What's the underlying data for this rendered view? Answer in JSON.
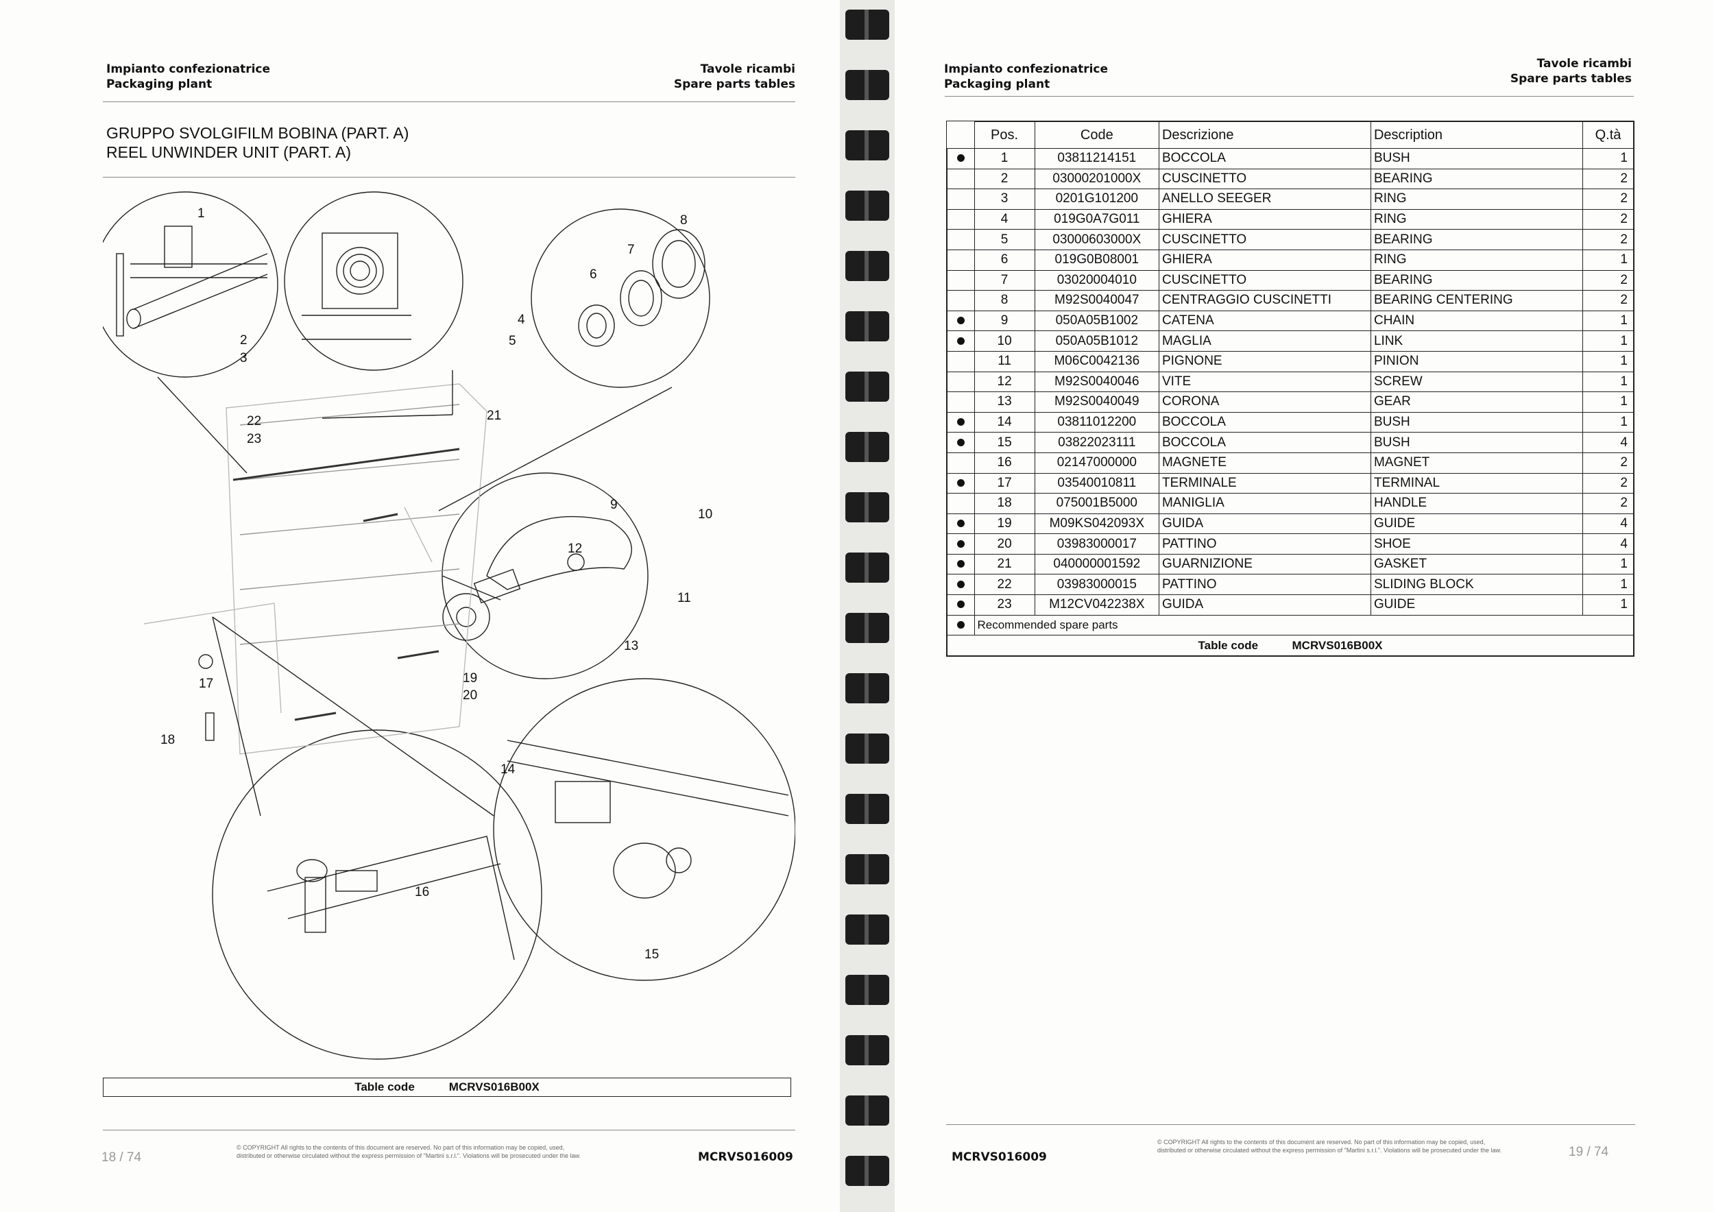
{
  "left": {
    "header_left": [
      "Impianto confezionatrice",
      "Packaging plant"
    ],
    "header_right": [
      "Tavole ricambi",
      "Spare parts tables"
    ],
    "title_it": "GRUPPO SVOLGIFILM BOBINA (PART. A)",
    "title_en": "REEL UNWINDER UNIT (PART. A)",
    "table_code_label": "Table code",
    "table_code_value": "MCRVS016B00X",
    "page_number": "18 / 74",
    "copyright": "© COPYRIGHT All rights to the contents of this document are reserved. No part of this information may be copied, used, distributed or otherwise circulated without the express permission of \"Martini s.r.l.\". Violations will be prosecuted under the law.",
    "doc_code": "MCRVS016009"
  },
  "diagram_callouts": [
    "1",
    "2",
    "3",
    "4",
    "5",
    "6",
    "7",
    "8",
    "9",
    "10",
    "11",
    "12",
    "13",
    "14",
    "15",
    "16",
    "17",
    "18",
    "19",
    "20",
    "21",
    "22",
    "23"
  ],
  "right": {
    "header_left": [
      "Impianto confezionatrice",
      "Packaging plant"
    ],
    "header_right": [
      "Tavole ricambi",
      "Spare parts tables"
    ],
    "columns": [
      "Pos.",
      "Code",
      "Descrizione",
      "Description",
      "Q.tà"
    ],
    "rows": [
      {
        "rec": true,
        "pos": "1",
        "code": "03811214151",
        "it": "BOCCOLA",
        "en": "BUSH",
        "qty": "1"
      },
      {
        "rec": false,
        "pos": "2",
        "code": "03000201000X",
        "it": "CUSCINETTO",
        "en": "BEARING",
        "qty": "2"
      },
      {
        "rec": false,
        "pos": "3",
        "code": "0201G101200",
        "it": "ANELLO SEEGER",
        "en": "RING",
        "qty": "2"
      },
      {
        "rec": false,
        "pos": "4",
        "code": "019G0A7G011",
        "it": "GHIERA",
        "en": "RING",
        "qty": "2"
      },
      {
        "rec": false,
        "pos": "5",
        "code": "03000603000X",
        "it": "CUSCINETTO",
        "en": "BEARING",
        "qty": "2"
      },
      {
        "rec": false,
        "pos": "6",
        "code": "019G0B08001",
        "it": "GHIERA",
        "en": "RING",
        "qty": "1"
      },
      {
        "rec": false,
        "pos": "7",
        "code": "03020004010",
        "it": "CUSCINETTO",
        "en": "BEARING",
        "qty": "2"
      },
      {
        "rec": false,
        "pos": "8",
        "code": "M92S0040047",
        "it": "CENTRAGGIO CUSCINETTI",
        "en": "BEARING CENTERING",
        "qty": "2"
      },
      {
        "rec": true,
        "pos": "9",
        "code": "050A05B1002",
        "it": "CATENA",
        "en": "CHAIN",
        "qty": "1"
      },
      {
        "rec": true,
        "pos": "10",
        "code": "050A05B1012",
        "it": "MAGLIA",
        "en": "LINK",
        "qty": "1"
      },
      {
        "rec": false,
        "pos": "11",
        "code": "M06C0042136",
        "it": "PIGNONE",
        "en": "PINION",
        "qty": "1"
      },
      {
        "rec": false,
        "pos": "12",
        "code": "M92S0040046",
        "it": "VITE",
        "en": "SCREW",
        "qty": "1"
      },
      {
        "rec": false,
        "pos": "13",
        "code": "M92S0040049",
        "it": "CORONA",
        "en": "GEAR",
        "qty": "1"
      },
      {
        "rec": true,
        "pos": "14",
        "code": "03811012200",
        "it": "BOCCOLA",
        "en": "BUSH",
        "qty": "1"
      },
      {
        "rec": true,
        "pos": "15",
        "code": "03822023111",
        "it": "BOCCOLA",
        "en": "BUSH",
        "qty": "4"
      },
      {
        "rec": false,
        "pos": "16",
        "code": "02147000000",
        "it": "MAGNETE",
        "en": "MAGNET",
        "qty": "2"
      },
      {
        "rec": true,
        "pos": "17",
        "code": "03540010811",
        "it": "TERMINALE",
        "en": "TERMINAL",
        "qty": "2"
      },
      {
        "rec": false,
        "pos": "18",
        "code": "075001B5000",
        "it": "MANIGLIA",
        "en": "HANDLE",
        "qty": "2"
      },
      {
        "rec": true,
        "pos": "19",
        "code": "M09KS042093X",
        "it": "GUIDA",
        "en": "GUIDE",
        "qty": "4"
      },
      {
        "rec": true,
        "pos": "20",
        "code": "03983000017",
        "it": "PATTINO",
        "en": "SHOE",
        "qty": "4"
      },
      {
        "rec": true,
        "pos": "21",
        "code": "040000001592",
        "it": "GUARNIZIONE",
        "en": "GASKET",
        "qty": "1"
      },
      {
        "rec": true,
        "pos": "22",
        "code": "03983000015",
        "it": "PATTINO",
        "en": "SLIDING BLOCK",
        "qty": "1"
      },
      {
        "rec": true,
        "pos": "23",
        "code": "M12CV042238X",
        "it": "GUIDA",
        "en": "GUIDE",
        "qty": "1"
      }
    ],
    "legend": "Recommended spare parts",
    "table_code_label": "Table code",
    "table_code_value": "MCRVS016B00X",
    "page_number": "19 / 74",
    "copyright": "© COPYRIGHT All rights to the contents of this document are reserved. No part of this information may be copied, used, distributed or otherwise circulated without the express permission of \"Martini s.r.l.\". Violations will be prosecuted under the law.",
    "doc_code": "MCRVS016009"
  }
}
